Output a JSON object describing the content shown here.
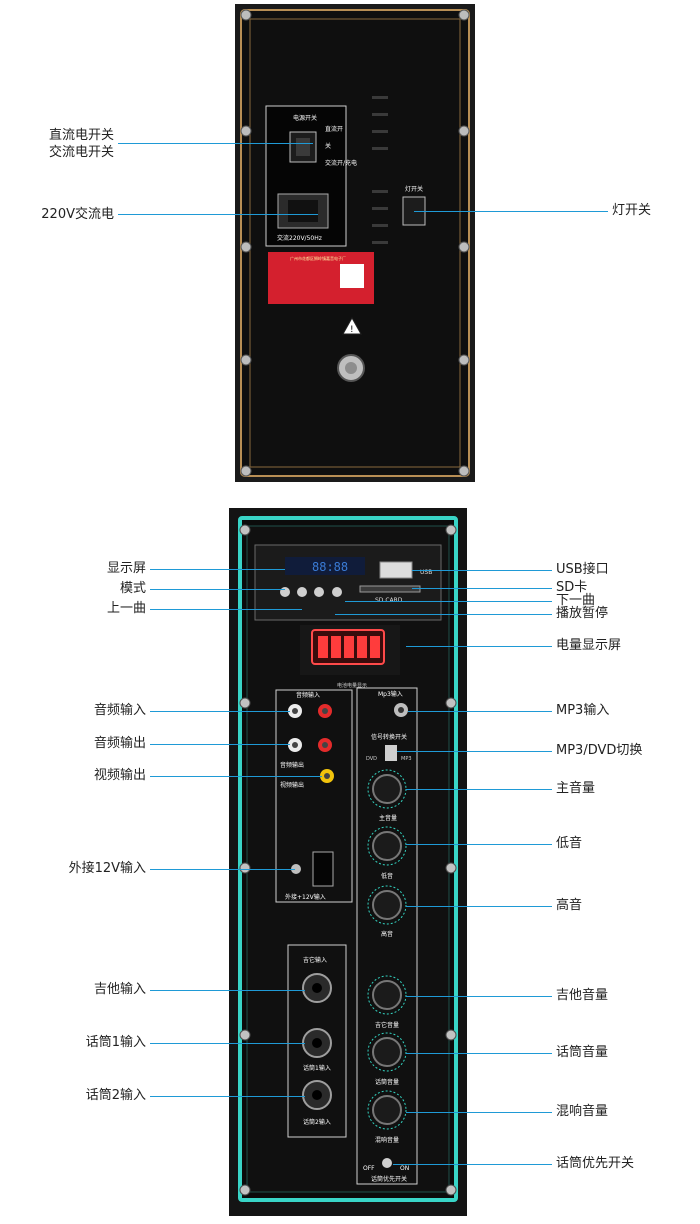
{
  "panel_top": {
    "power_switch_title": "电源开关",
    "switch_dc": "直流开",
    "switch_off": "关",
    "switch_ac": "交流开/充电",
    "ac_rating": "交流220V/50Hz",
    "light_switch_title": "灯开关",
    "sticker_brand": "广州市花都区狮岭镇嘉音电子厂",
    "labels": [
      {
        "id": "dc-power-switch",
        "text": "直流电开关",
        "side": "left"
      },
      {
        "id": "ac-power-switch",
        "text": "交流电开关",
        "side": "left"
      },
      {
        "id": "ac-220v-input",
        "text": "220V交流电",
        "side": "left"
      },
      {
        "id": "light-switch",
        "text": "灯开关",
        "side": "right"
      }
    ]
  },
  "panel_bottom": {
    "display_digits": "88:88",
    "usb_text": "USB",
    "sd_text": "SD CARD",
    "battery_caption": "电池电量显示",
    "audio_in_caption": "音频输入",
    "audio_out_caption": "音频输出",
    "video_out_caption": "视频输出",
    "dc_in_caption": "外接+12V输入",
    "mp3_in_caption": "Mp3输入",
    "source_switch_caption": "信号转换开关",
    "dvd_text": "DVD",
    "mp3_text": "MP3",
    "guitar_in_caption": "吉它输入",
    "mic1_caption": "话筒1输入",
    "mic2_caption": "话筒2输入",
    "knob_captions": [
      "主音量",
      "低音",
      "高音",
      "吉它音量",
      "话筒音量",
      "混响音量"
    ],
    "off_text": "OFF",
    "on_text": "ON",
    "mic_priority_caption": "话筒优先开关",
    "left_labels": [
      {
        "id": "display",
        "text": "显示屏"
      },
      {
        "id": "mode",
        "text": "模式"
      },
      {
        "id": "prev-track",
        "text": "上一曲"
      },
      {
        "id": "audio-in",
        "text": "音频输入"
      },
      {
        "id": "audio-out",
        "text": "音频输出"
      },
      {
        "id": "video-out",
        "text": "视频输出"
      },
      {
        "id": "ext-12v-in",
        "text": "外接12V输入"
      },
      {
        "id": "guitar-in",
        "text": "吉他输入"
      },
      {
        "id": "mic1-in",
        "text": "话筒1输入"
      },
      {
        "id": "mic2-in",
        "text": "话筒2输入"
      }
    ],
    "right_labels": [
      {
        "id": "usb-port",
        "text": "USB接口"
      },
      {
        "id": "sd-card",
        "text": "SD卡"
      },
      {
        "id": "next-track",
        "text": "下一曲"
      },
      {
        "id": "play-pause",
        "text": "播放暂停"
      },
      {
        "id": "battery-display",
        "text": "电量显示屏"
      },
      {
        "id": "mp3-in",
        "text": "MP3输入"
      },
      {
        "id": "mp3-dvd-switch",
        "text": "MP3/DVD切换"
      },
      {
        "id": "master-volume",
        "text": "主音量"
      },
      {
        "id": "bass",
        "text": "低音"
      },
      {
        "id": "treble",
        "text": "高音"
      },
      {
        "id": "guitar-volume",
        "text": "吉他音量"
      },
      {
        "id": "mic-volume",
        "text": "话筒音量"
      },
      {
        "id": "reverb-volume",
        "text": "混响音量"
      },
      {
        "id": "mic-priority-switch",
        "text": "话筒优先开关"
      }
    ]
  }
}
